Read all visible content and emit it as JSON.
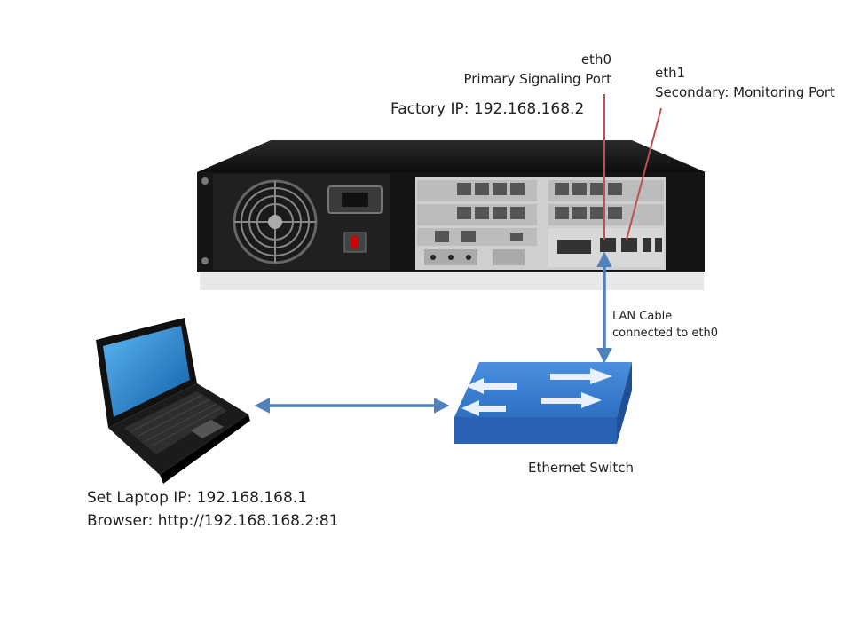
{
  "ports": {
    "eth0": {
      "name": "eth0",
      "description": "Primary Signaling Port"
    },
    "eth1": {
      "name": "eth1",
      "description": "Secondary: Monitoring Port"
    }
  },
  "server": {
    "factory_ip": "Factory IP: 192.168.168.2"
  },
  "cable": {
    "line1": "LAN Cable",
    "line2": "connected to eth0"
  },
  "switch": {
    "label": "Ethernet Switch"
  },
  "laptop": {
    "ip_instruction": "Set Laptop IP: 192.168.168.1",
    "browser_instruction": "Browser: http://192.168.168.2:81"
  },
  "colors": {
    "port_pointer": "#c0504d",
    "connection_arrow": "#4f81bd",
    "switch_body": "#2e6fc2",
    "laptop_screen": "#1c7ccf"
  },
  "icons": [
    "server-chassis-icon",
    "laptop-icon",
    "network-switch-icon"
  ]
}
